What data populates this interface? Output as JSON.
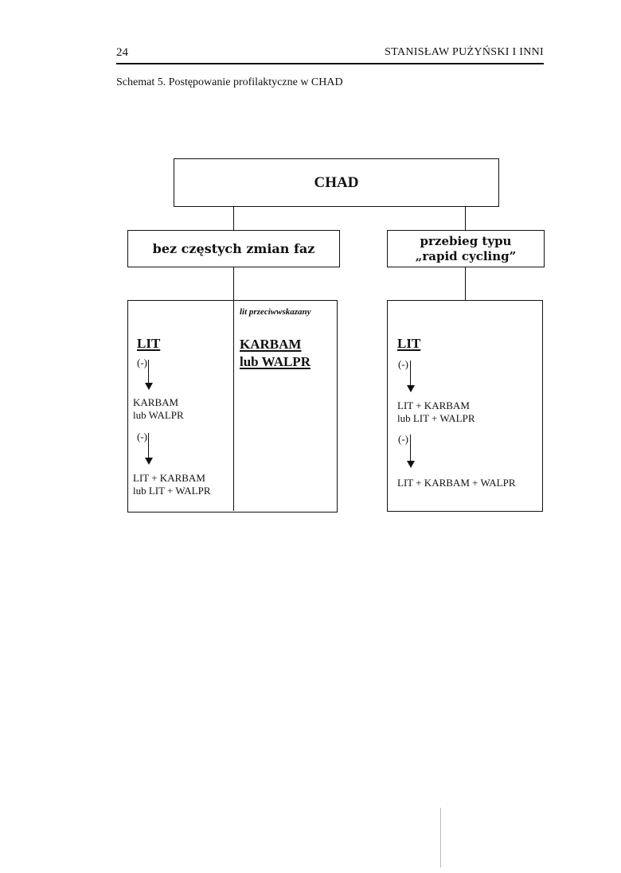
{
  "header": {
    "page_number": "24",
    "author": "STANISŁAW PUŻYŃSKI I INNI"
  },
  "caption": "Schemat 5. Postępowanie profilaktyczne w CHAD",
  "diagram": {
    "root": "CHAD",
    "left_branch": {
      "title": "bez częstych zmian faz",
      "col1": {
        "first": "LIT",
        "step1_marker": "(-)",
        "second_line1": "KARBAM",
        "second_line2": "lub WALPR",
        "step2_marker": "(-)",
        "third_line1": "LIT + KARBAM",
        "third_line2": "lub LIT + WALPR"
      },
      "col2": {
        "note": "lit przeciwwskazany",
        "option_line1": "KARBAM",
        "option_line2": "lub WALPR"
      }
    },
    "right_branch": {
      "title_line1": "przebieg typu",
      "title_line2": "„rapid cycling”",
      "first": "LIT",
      "step1_marker": "(-)",
      "second_line1": "LIT + KARBAM",
      "second_line2": "lub LIT + WALPR",
      "step2_marker": "(-)",
      "third": "LIT + KARBAM + WALPR"
    }
  }
}
